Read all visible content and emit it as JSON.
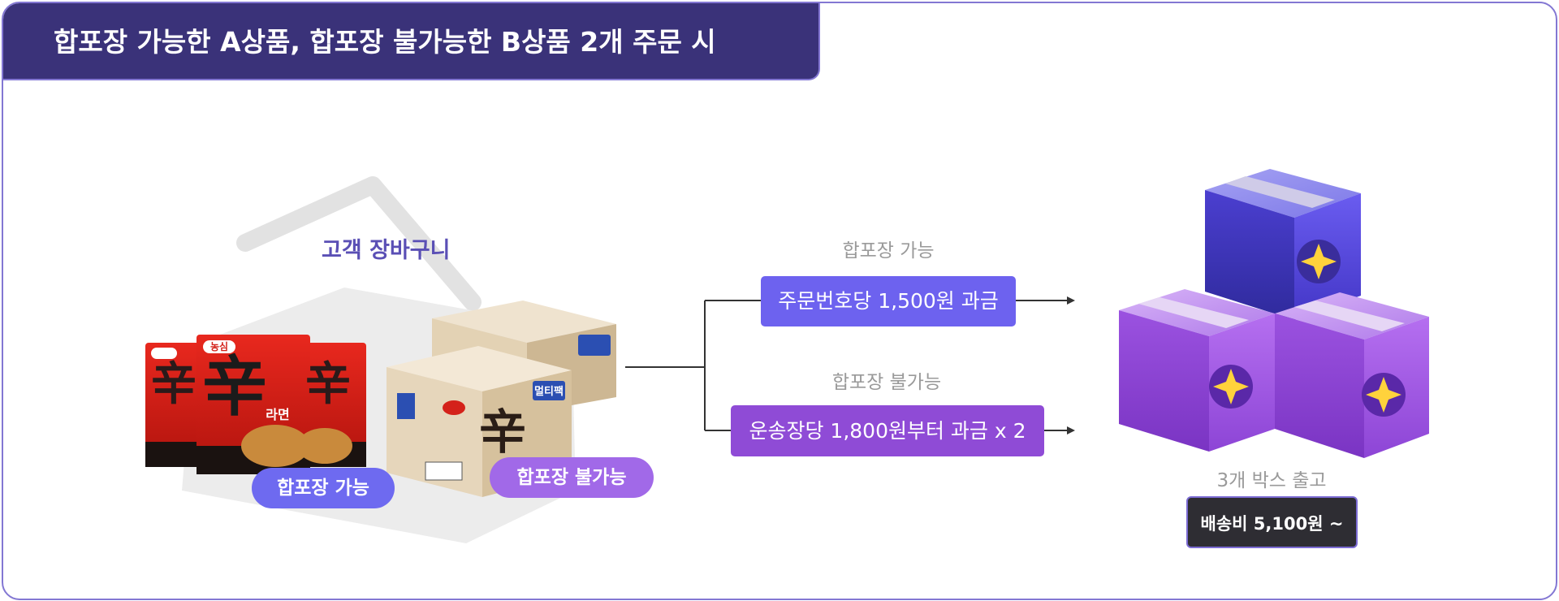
{
  "title": "합포장 가능한 A상품, 합포장 불가능한 B상품 2개 주문 시",
  "cart": {
    "title": "고객 장바구니",
    "badge_ok": "합포장 가능",
    "badge_no": "합포장 불가능",
    "ramen_brand": "농심",
    "ramen_hanja": "辛",
    "ramen_name": "라면",
    "box_sticker": "멀티팩"
  },
  "flow": {
    "label_ok": "합포장 가능",
    "rule_ok": "주문번호당 1,500원 과금",
    "label_no": "합포장 불가능",
    "rule_no": "운송장당 1,800원부터 과금 x 2"
  },
  "result": {
    "caption": "3개 박스 출고",
    "shipping_fee": "배송비 5,100원 ~"
  },
  "colors": {
    "banner": "#3a3279",
    "accent_blue": "#6d62ef",
    "accent_purple": "#8f4bd6",
    "border": "#8377d3"
  }
}
